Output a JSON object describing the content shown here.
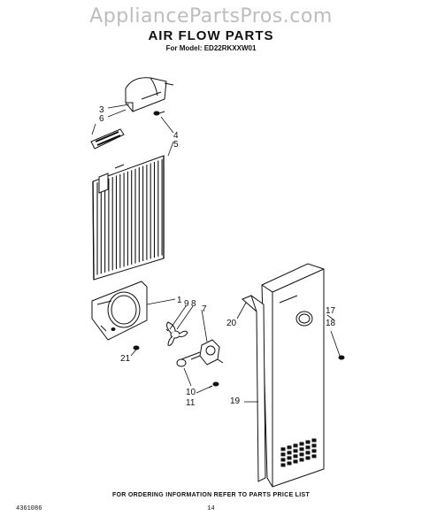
{
  "watermark": "AppliancePartsPros.com",
  "title": "AIR FLOW PARTS",
  "subtitle": "For Model: ED22RKXXW01",
  "footer_note": "FOR ORDERING INFORMATION REFER TO PARTS PRICE LIST",
  "doc_number": "4361086",
  "page_number": "14",
  "callouts": {
    "c1": "1",
    "c3": "3",
    "c4": "4",
    "c5": "5",
    "c6": "6",
    "c7": "7",
    "c8": "8",
    "c9": "9",
    "c10": "10",
    "c11": "11",
    "c17": "17",
    "c18": "18",
    "c19": "19",
    "c20": "20",
    "c21": "21"
  }
}
